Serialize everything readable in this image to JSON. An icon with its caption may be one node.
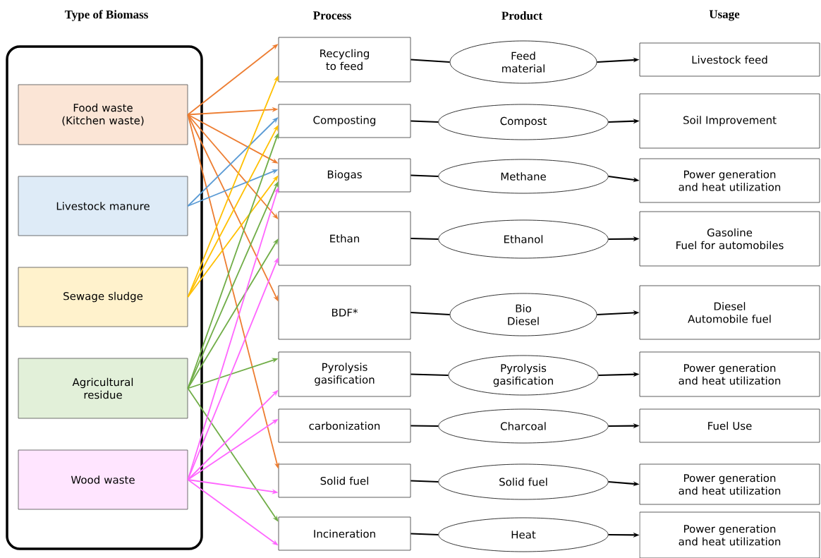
{
  "diagram": {
    "nodes": [
      {
        "text": [],
        "shape": "box"
      },
      {
        "text": [
          "Food waste (Kitchen waste)"
        ],
        "in": 0
      },
      {
        "text": [
          "Livestock manure"
        ],
        "in": 0
      },
      {
        "text": [
          "Sewage sludge"
        ],
        "in": 0
      },
      {
        "text": [
          "Agricultural residue"
        ],
        "in": 0
      },
      {
        "text": [
          "Wood waste"
        ],
        "in": 0
      },
      {
        "text": [
          "Recycling to feed"
        ]
      },
      {
        "text": [
          "Composting"
        ]
      },
      {
        "text": [
          "Biogas"
        ]
      },
      {
        "text": [
          "Ethan"
        ]
      },
      {
        "text": [
          "BDF*"
        ]
      },
      {
        "text": [
          "Pyrolysis gasification"
        ]
      },
      {
        "text": [
          "carbonization"
        ]
      },
      {
        "text": [
          "Solid fuel"
        ]
      },
      {
        "text": [
          "Incineration"
        ]
      },
      {
        "text": [
          "Feed material"
        ]
      },
      {
        "text": [
          "Compost"
        ]
      },
      {
        "text": [
          "Methane"
        ]
      },
      {
        "text": [
          "Ethanol"
        ]
      },
      {
        "text": [
          "Bio Diesel"
        ]
      },
      {
        "text": [
          "Pyrolysis gasification"
        ]
      },
      {
        "text": [
          "Charcoal"
        ]
      },
      {
        "text": [
          "Solid fuel"
        ]
      },
      {
        "text": [
          "Heat"
        ]
      },
      {
        "text": [
          "Livestock feed"
        ]
      },
      {
        "text": [
          "Soil Improvement"
        ]
      },
      {
        "text": [
          "Power generation and heat utilization"
        ]
      },
      {
        "text": [
          "Gasoline",
          "Fuel for automobiles"
        ]
      },
      {
        "text": [
          "Diesel",
          "Automobile fuel"
        ]
      },
      {
        "text": [
          "Power generation and heat utilization"
        ]
      },
      {
        "text": [
          "Fuel Use"
        ]
      },
      {
        "text": [
          "Power generation and heat utilization"
        ]
      },
      {
        "text": [
          "Power generation and heat utilization"
        ]
      }
    ],
    "edges": [
      {
        "from": 1,
        "to": 6,
        "arrow": "to",
        "color": "#ed7d31"
      },
      {
        "from": 1,
        "to": 7,
        "arrow": "to",
        "color": "#ed7d31"
      },
      {
        "from": 1,
        "to": 8,
        "arrow": "to",
        "color": "#ed7d31"
      },
      {
        "from": 1,
        "to": 9,
        "arrow": "to",
        "color": "#ed7d31"
      },
      {
        "from": 1,
        "to": 10,
        "arrow": "to",
        "color": "#ed7d31"
      },
      {
        "from": 1,
        "to": 13,
        "arrow": "to",
        "color": "#ed7d31"
      },
      {
        "from": 2,
        "to": 7,
        "arrow": "to",
        "color": "#5b9bd5"
      },
      {
        "from": 2,
        "to": 8,
        "arrow": "to",
        "color": "#5b9bd5"
      },
      {
        "from": 3,
        "to": 6,
        "arrow": "to",
        "color": "#ffc000"
      },
      {
        "from": 3,
        "to": 7,
        "arrow": "to",
        "color": "#ffc000"
      },
      {
        "from": 3,
        "to": 8,
        "arrow": "to",
        "color": "#ffc000"
      },
      {
        "from": 4,
        "to": 7,
        "arrow": "to",
        "color": "#70ad47"
      },
      {
        "from": 4,
        "to": 8,
        "arrow": "to",
        "color": "#70ad47"
      },
      {
        "from": 4,
        "to": 9,
        "arrow": "to",
        "color": "#70ad47"
      },
      {
        "from": 4,
        "to": 11,
        "arrow": "to",
        "color": "#70ad47"
      },
      {
        "from": 4,
        "to": 14,
        "arrow": "to",
        "color": "#70ad47"
      },
      {
        "from": 5,
        "to": 8,
        "arrow": "to",
        "color": "#ff66ff"
      },
      {
        "from": 5,
        "to": 9,
        "arrow": "to",
        "color": "#ff66ff"
      },
      {
        "from": 5,
        "to": 11,
        "arrow": "to",
        "color": "#ff66ff"
      },
      {
        "from": 5,
        "to": 12,
        "arrow": "to",
        "color": "#ff66ff"
      },
      {
        "from": 5,
        "to": 13,
        "arrow": "to",
        "color": "#ff66ff"
      },
      {
        "from": 5,
        "to": 14,
        "arrow": "to",
        "color": "#ff66ff"
      },
      {
        "from": 6,
        "to": 15,
        "arrow": "none"
      },
      {
        "from": 7,
        "to": 16,
        "arrow": "none"
      },
      {
        "from": 8,
        "to": 17,
        "arrow": "none"
      },
      {
        "from": 9,
        "to": 18,
        "arrow": "none"
      },
      {
        "from": 10,
        "to": 19,
        "arrow": "none"
      },
      {
        "from": 11,
        "to": 20,
        "arrow": "none"
      },
      {
        "from": 12,
        "to": 21,
        "arrow": "none"
      },
      {
        "from": 13,
        "to": 22,
        "arrow": "none"
      },
      {
        "from": 14,
        "to": 23,
        "arrow": "none"
      },
      {
        "from": 15,
        "to": 24,
        "arrow": "to"
      },
      {
        "from": 16,
        "to": 25,
        "arrow": "to"
      },
      {
        "from": 17,
        "to": 26,
        "arrow": "to"
      },
      {
        "from": 18,
        "to": 27,
        "arrow": "to"
      },
      {
        "from": 19,
        "to": 28,
        "arrow": "to"
      },
      {
        "from": 20,
        "to": 29,
        "arrow": "to"
      },
      {
        "from": 21,
        "to": 30,
        "arrow": "to"
      },
      {
        "from": 22,
        "to": 31,
        "arrow": "to"
      },
      {
        "from": 23,
        "to": 32,
        "arrow": "to"
      }
    ],
    "labels": [
      "Type of Biomass",
      "Process",
      "Product",
      "Usage"
    ]
  }
}
